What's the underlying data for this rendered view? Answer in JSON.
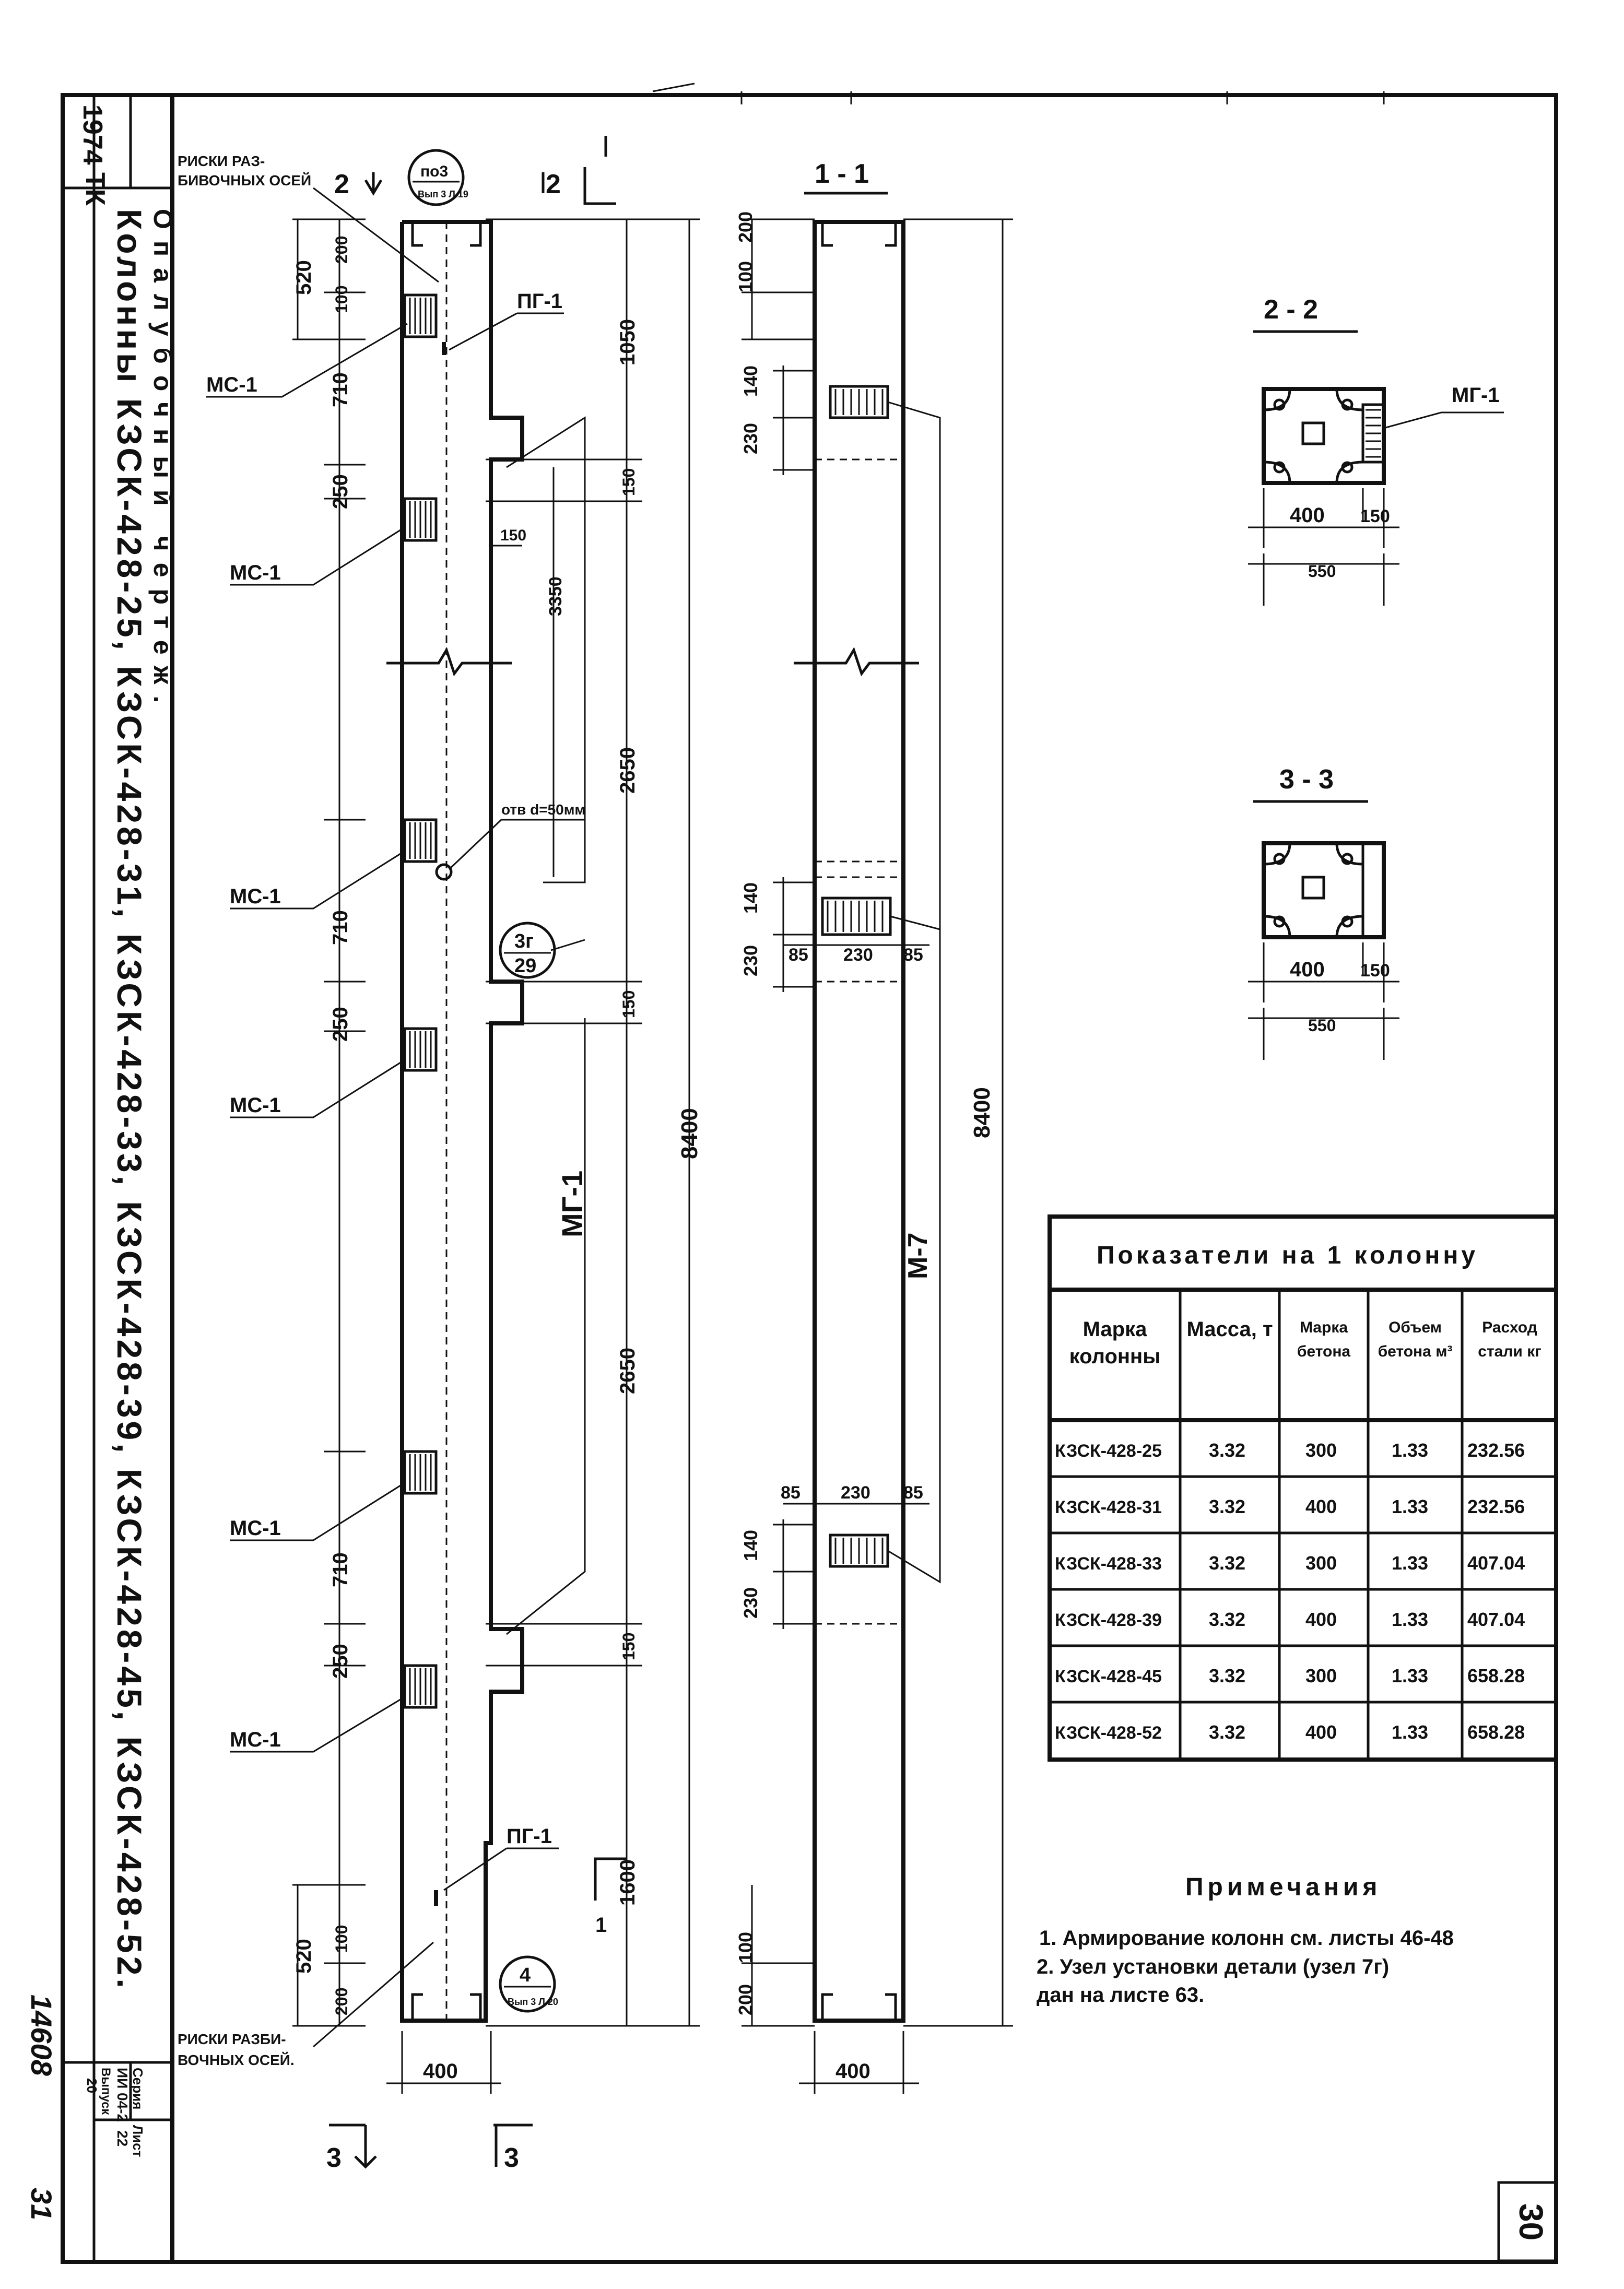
{
  "stamp": {
    "org": "ТК",
    "year": "1974",
    "title": "Колонны КЗСК-428-25, КЗСК-428-31, КЗСК-428-33, КЗСК-428-39, КЗСК-428-45, КЗСК-428-52.",
    "subtitle": "Опалубочный чертеж.",
    "seria_label": "Серия",
    "seria_value": "ИИ 04-2",
    "vypusk_label": "Выпуск",
    "vypusk_value": "20",
    "list_label": "Лист",
    "list_value": "22",
    "archive_no": "14608",
    "archive_sheet": "31"
  },
  "sheet_number": "30",
  "elevation": {
    "marks": {
      "risk_top": "РИСКИ РАЗ-БИВОЧНЫХ ОСЕЙ",
      "risk_bottom": "РИСКИ РАЗБИ-ВОЧНЫХ ОСЕЙ.",
      "mc": "МС-1",
      "pg": "ПГ-1",
      "mg_long": "МГ-1",
      "otv": "отв d=50мм"
    },
    "callouts": [
      {
        "top": "по3",
        "bottom": "Вып 3 Л.19"
      },
      {
        "top": "3г",
        "bottom": "29"
      },
      {
        "top": "4",
        "bottom": "Вып 3 Л.20"
      }
    ],
    "section_cut_2": "2",
    "section_cut_3": "3",
    "section_cut_1": "1",
    "dims_left": [
      "520",
      "100",
      "200",
      "710",
      "250",
      "710",
      "250",
      "710",
      "250",
      "520",
      "200",
      "100"
    ],
    "dims_right": [
      "1050",
      "150",
      "3350",
      "2650",
      "150",
      "2650",
      "150",
      "1600"
    ],
    "dim_150_small": "150",
    "total": "8400",
    "width": "400"
  },
  "section_1": {
    "label": "1 - 1",
    "dims_left": [
      "100",
      "200",
      "230",
      "140",
      "230",
      "140",
      "230",
      "140",
      "200",
      "100"
    ],
    "dims_mid": [
      "85",
      "230",
      "85"
    ],
    "total": "8400",
    "rebar": "М-7",
    "width": "400"
  },
  "section_2": {
    "label": "2 - 2",
    "part": "МГ-1",
    "dims": [
      "400",
      "150"
    ],
    "total": "550"
  },
  "section_3": {
    "label": "3 - 3",
    "dims": [
      "400",
      "150"
    ],
    "total": "550"
  },
  "table": {
    "caption": "Показатели на 1 колонну",
    "headers": [
      "Марка колонны",
      "Масса, т",
      "Марка бетона",
      "Объем бетона м³",
      "Расход стали кг"
    ],
    "rows": [
      [
        "КЗСК-428-25",
        "3.32",
        "300",
        "1.33",
        "232.56"
      ],
      [
        "КЗСК-428-31",
        "3.32",
        "400",
        "1.33",
        "232.56"
      ],
      [
        "КЗСК-428-33",
        "3.32",
        "300",
        "1.33",
        "407.04"
      ],
      [
        "КЗСК-428-39",
        "3.32",
        "400",
        "1.33",
        "407.04"
      ],
      [
        "КЗСК-428-45",
        "3.32",
        "300",
        "1.33",
        "658.28"
      ],
      [
        "КЗСК-428-52",
        "3.32",
        "400",
        "1.33",
        "658.28"
      ]
    ]
  },
  "notes": {
    "title": "Примечания",
    "items": [
      "1. Армирование колонн см. листы 46-48",
      "2. Узел установки детали (узел 7г) дан на листе 63."
    ]
  }
}
